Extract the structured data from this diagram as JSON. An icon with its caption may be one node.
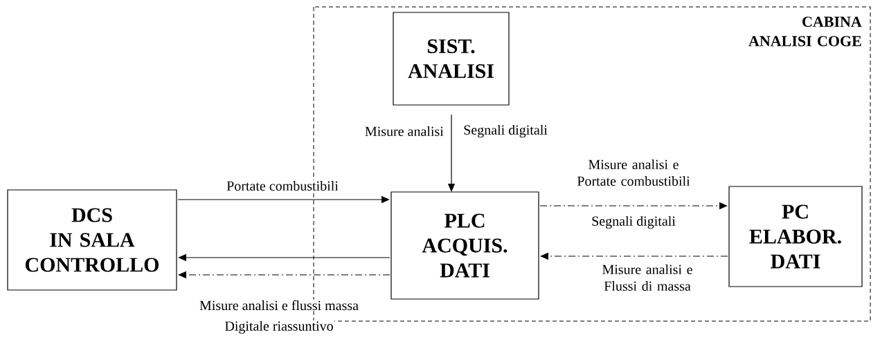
{
  "diagram": {
    "nodes": [
      {
        "text": [
          "CABINA ANALISI COGE"
        ]
      },
      {
        "text": [
          "SIST. ANALISI"
        ],
        "in": 0
      },
      {
        "text": [
          "DCS",
          "IN SALA CONTROLLO"
        ]
      },
      {
        "text": [
          "PLC ACQUIS. DATI"
        ],
        "in": 0
      },
      {
        "text": [
          "PC ELABOR. DATI"
        ],
        "in": 0
      }
    ],
    "edges": [
      {
        "from": 1,
        "to": 3,
        "arrow": "to",
        "label": "Misure analisi"
      },
      {
        "from": 2,
        "to": 3,
        "arrow": "to",
        "label": "Portate combustibili"
      },
      {
        "from": 3,
        "to": 2,
        "arrow": "to"
      },
      {
        "from": 3,
        "to": 2,
        "arrow": "to",
        "style": "dashed",
        "label": "Misure analisi e flussi massa"
      },
      {
        "from": 3,
        "to": 4,
        "arrow": "to",
        "style": "dashed"
      },
      {
        "from": 4,
        "to": 3,
        "arrow": "to",
        "style": "dashed",
        "label": "Misure analisi e Flussi di massa"
      }
    ],
    "labels": [
      "Segnali digitali",
      "Misure analisi e Portate combustibili",
      "Segnali digitali",
      "Digitale riassuntivo"
    ]
  }
}
